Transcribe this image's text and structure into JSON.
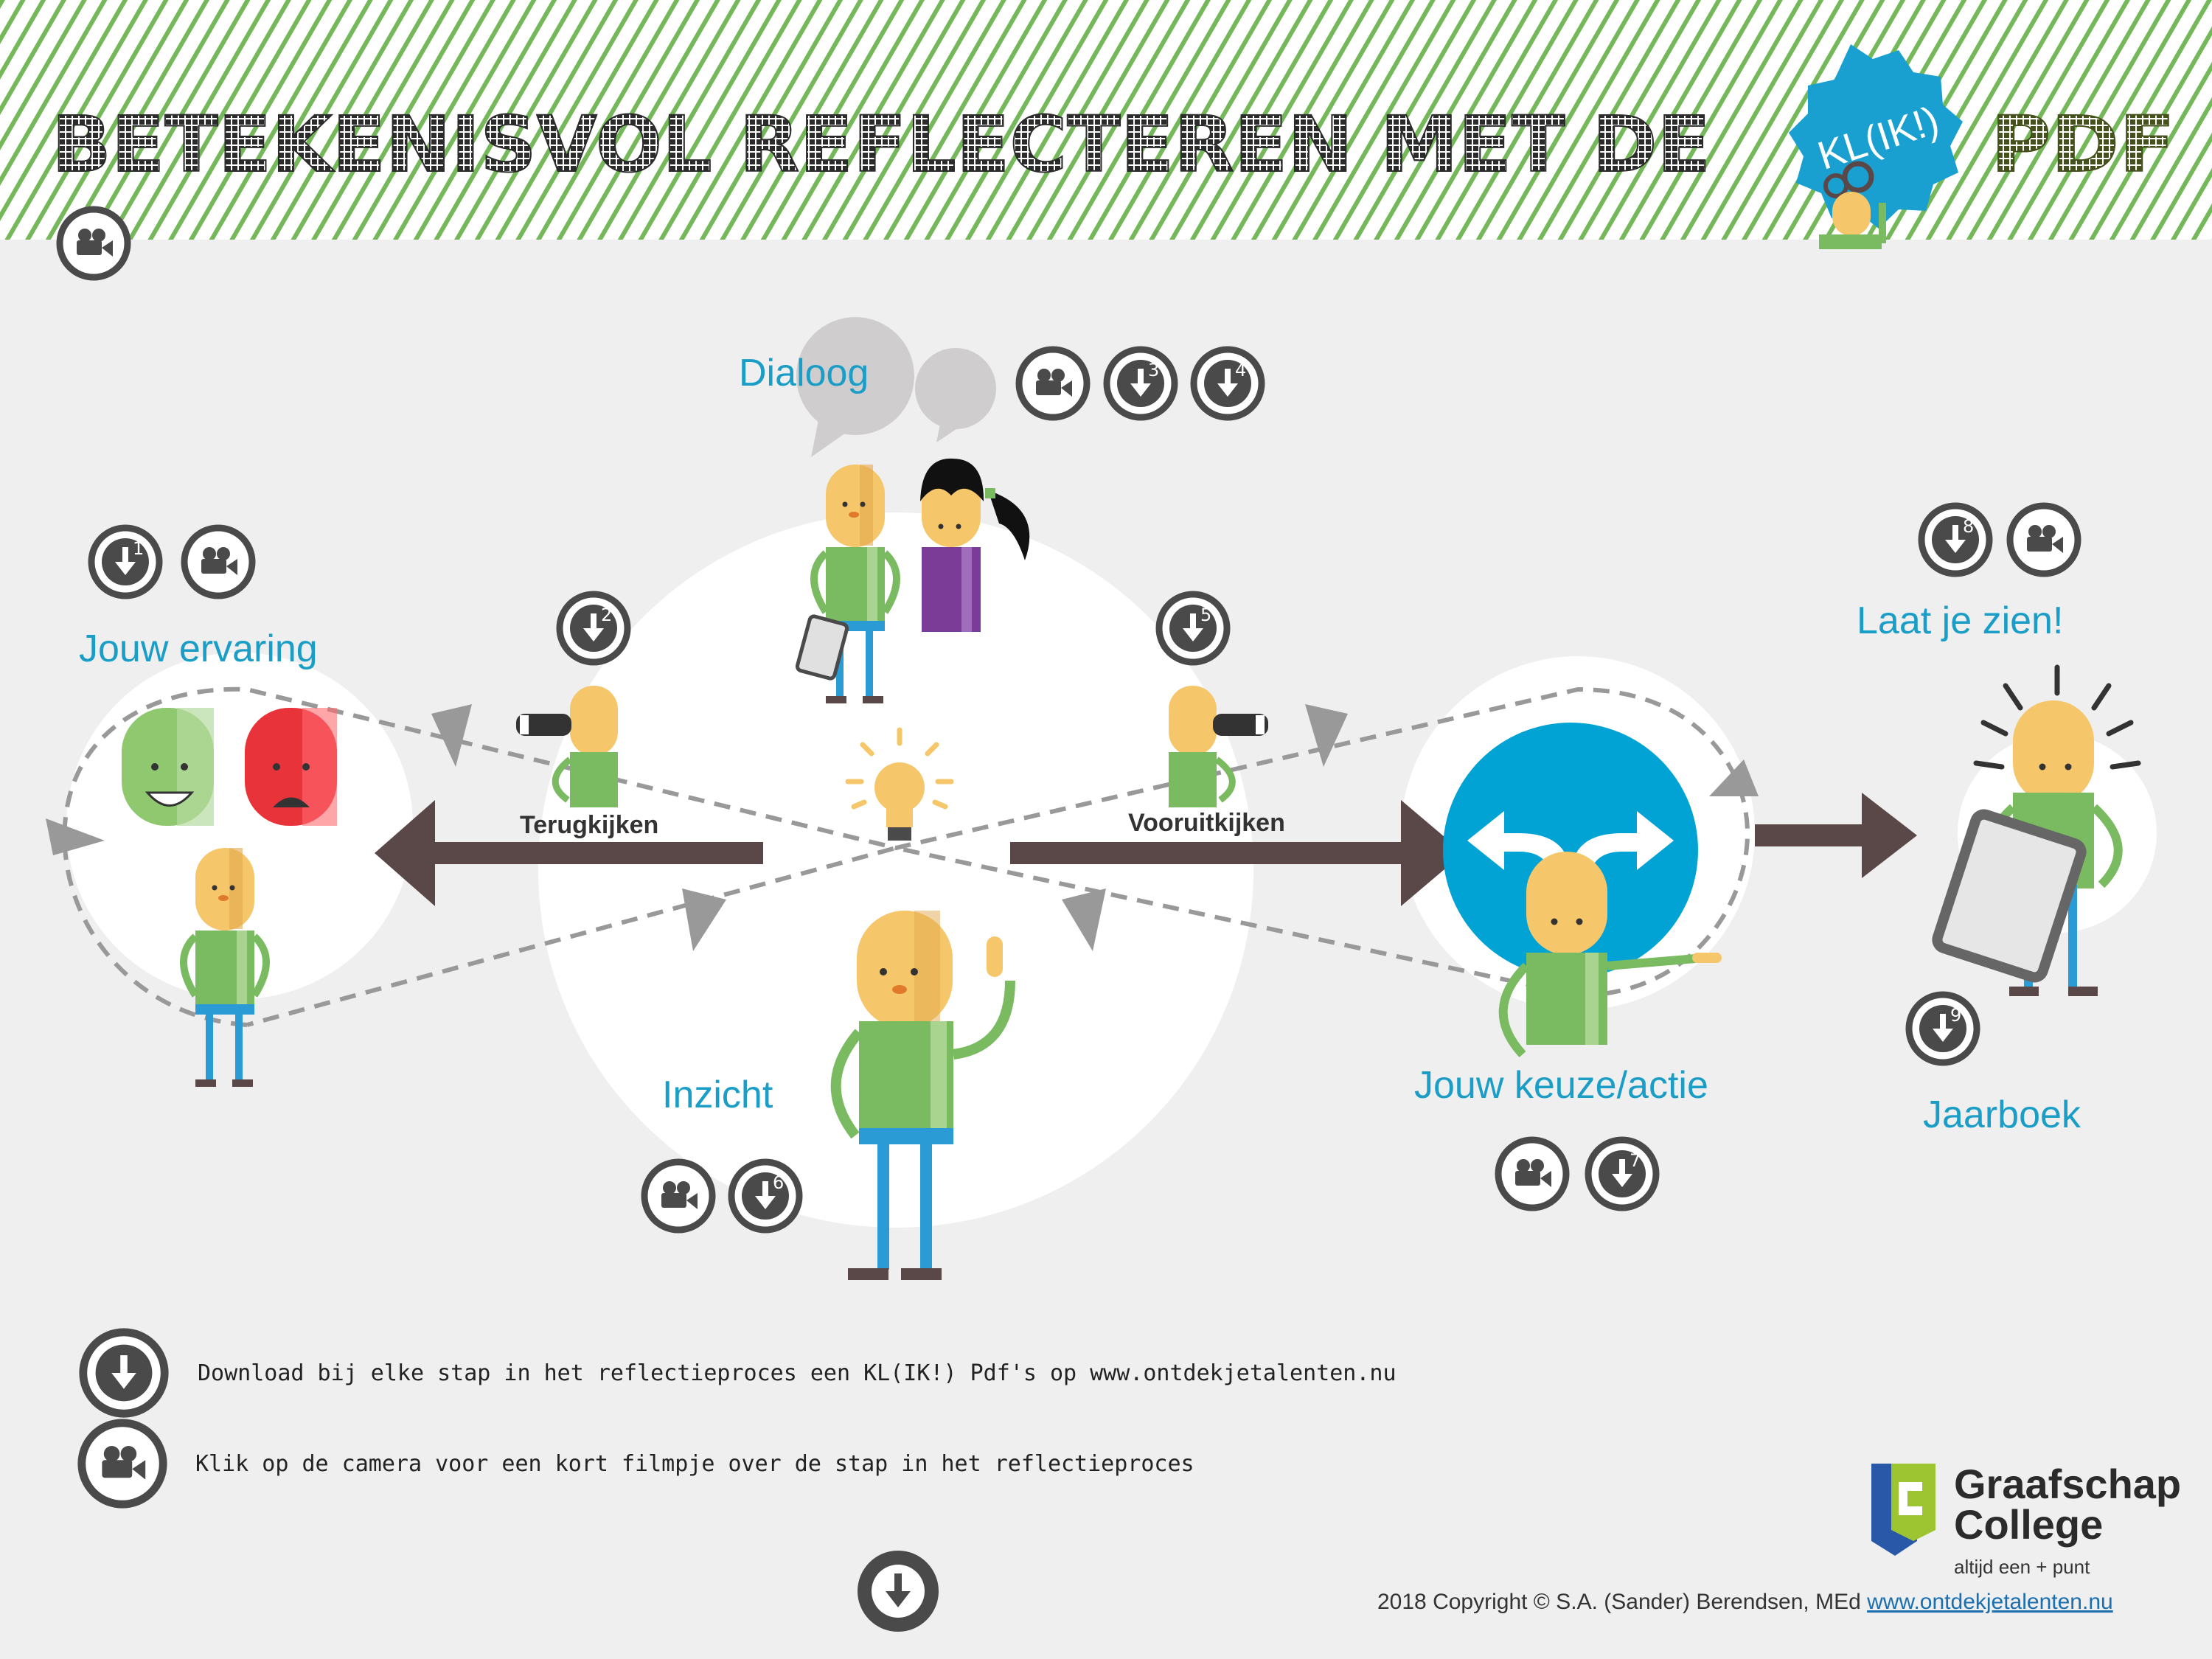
{
  "header": {
    "title": "BETEKENISVOL REFLECTEREN MET DE",
    "badge": "KL(IK!)",
    "suffix": "PDF"
  },
  "steps": {
    "ervaring": "Jouw ervaring",
    "dialoog": "Dialoog",
    "inzicht": "Inzicht",
    "keuze": "Jouw keuze/actie",
    "laat_zien": "Laat je zien!",
    "jaarboek": "Jaarboek"
  },
  "labels": {
    "terugkijken": "Terugkijken",
    "vooruitkijken": "Vooruitkijken"
  },
  "download_numbers": [
    "1",
    "2",
    "3",
    "4",
    "5",
    "6",
    "7",
    "8",
    "9"
  ],
  "legend": {
    "download": "Download bij elke stap in het reflectieproces een KL(IK!) Pdf's op www.ontdekjetalenten.nu",
    "camera": "Klik op de camera voor een kort filmpje over de stap in het reflectieproces"
  },
  "footer": {
    "copyright": "2018 Copyright © S.A. (Sander) Berendsen, MEd",
    "link": "www.ontdekjetalenten.nu",
    "logo_line1": "Graafschap",
    "logo_line2": "College",
    "logo_tagline": "altijd een + punt"
  },
  "colors": {
    "accent_blue": "#1a9dc6",
    "icon_dark": "#4a4a4a",
    "arrow_brown": "#5a4848",
    "shirt_green": "#7aba61",
    "skin": "#f5c66a",
    "stripe_green": "#74b85a"
  },
  "icons": [
    "camera-icon",
    "download-icon",
    "lightbulb-icon",
    "speech-bubble-icon",
    "split-arrow-icon",
    "tablet-icon",
    "binoculars-icon",
    "gear-icon"
  ]
}
